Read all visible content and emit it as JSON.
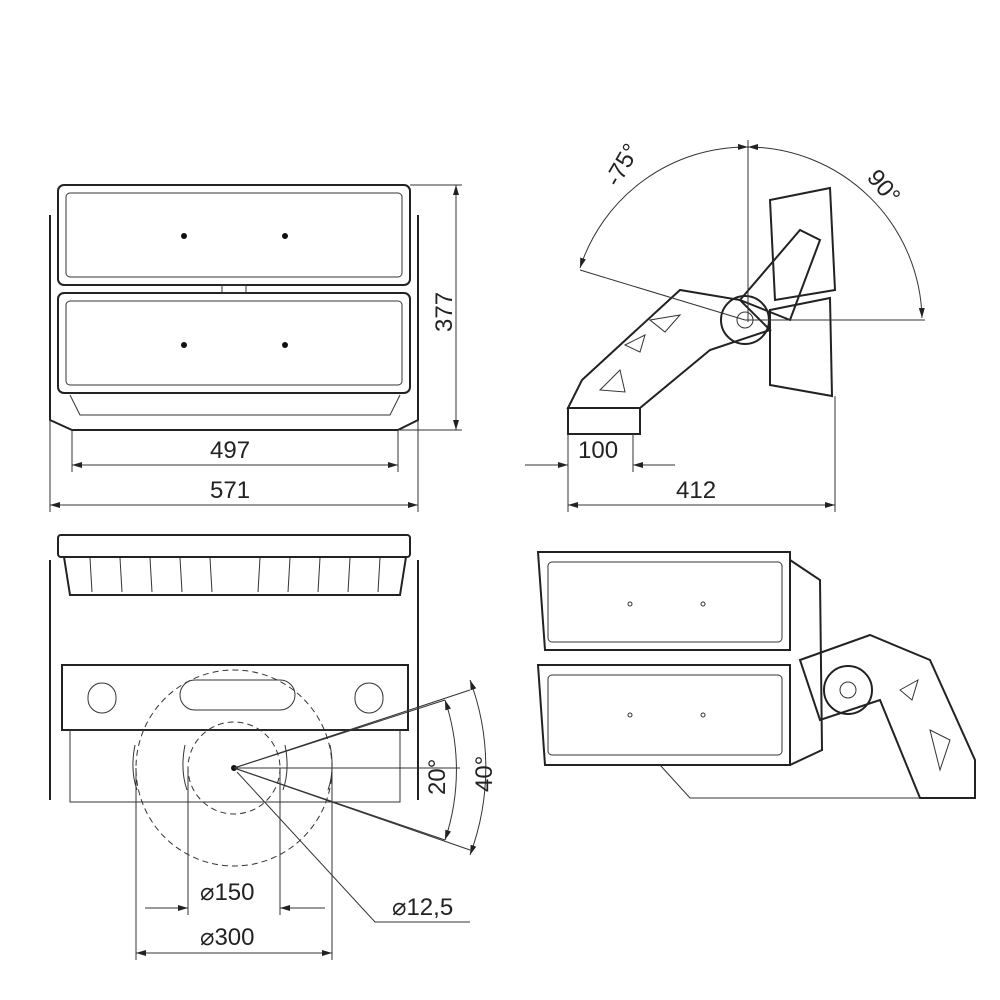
{
  "dimensions": {
    "height": "377",
    "inner_width": "497",
    "outer_width": "571",
    "angle_up": "-75°",
    "angle_down": "90°",
    "bracket_width": "100",
    "depth": "412",
    "tilt_small": "20°",
    "tilt_large": "40°",
    "hole_circle_small": "150",
    "hole_circle_large": "300",
    "hole_diameter": "12,5",
    "diameter_symbol": "⌀"
  }
}
